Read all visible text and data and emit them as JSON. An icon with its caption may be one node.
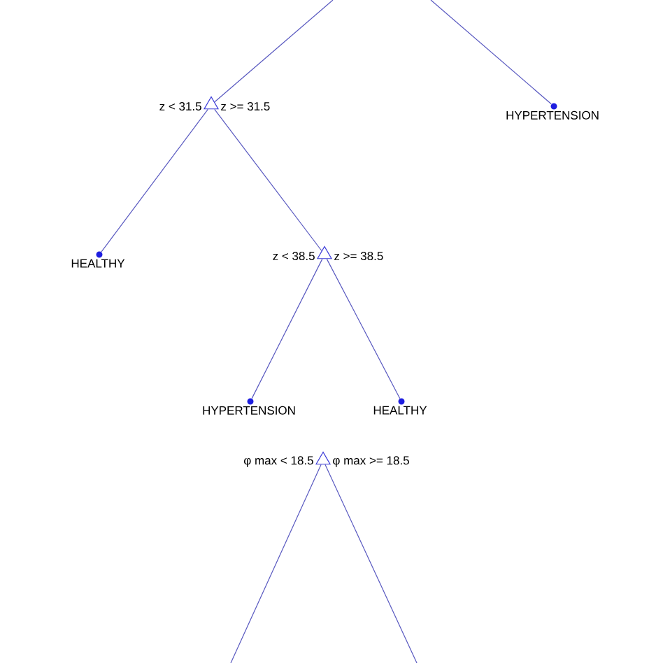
{
  "diagram": {
    "nodes": [
      {
        "text": [
          "z < 31.5",
          "z >= 31.5"
        ]
      },
      {
        "text": [
          "HYPERTENSION"
        ]
      },
      {
        "text": [
          "HEALTHY"
        ]
      },
      {
        "text": [
          "z < 38.5",
          "z >= 38.5"
        ]
      },
      {
        "text": [
          "HYPERTENSION"
        ]
      },
      {
        "text": [
          "HEALTHY"
        ]
      },
      {
        "text": [
          "φ max < 18.5",
          "φ max >= 18.5"
        ]
      }
    ],
    "edges": [
      {
        "from": null,
        "to": 0,
        "arrow": "none"
      },
      {
        "from": null,
        "to": 1,
        "arrow": "none"
      },
      {
        "from": 0,
        "to": 2,
        "arrow": "none"
      },
      {
        "from": 0,
        "to": 3,
        "arrow": "none"
      },
      {
        "from": 3,
        "to": 4,
        "arrow": "none"
      },
      {
        "from": 3,
        "to": 5,
        "arrow": "none"
      },
      {
        "from": 6,
        "to": null,
        "arrow": "none"
      },
      {
        "from": 6,
        "to": null,
        "arrow": "none"
      }
    ]
  }
}
